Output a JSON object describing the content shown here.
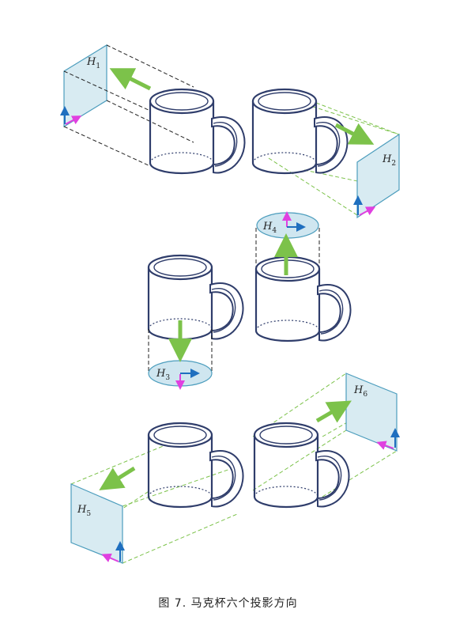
{
  "planes": [
    {
      "id": "H1",
      "letter": "H",
      "sub": "1"
    },
    {
      "id": "H2",
      "letter": "H",
      "sub": "2"
    },
    {
      "id": "H3",
      "letter": "H",
      "sub": "3"
    },
    {
      "id": "H4",
      "letter": "H",
      "sub": "4"
    },
    {
      "id": "H5",
      "letter": "H",
      "sub": "5"
    },
    {
      "id": "H6",
      "letter": "H",
      "sub": "6"
    }
  ],
  "caption": "图 7. 马克杯六个投影方向",
  "colors": {
    "arrow_green": "#7cc24a",
    "axis_blue": "#1f6fbf",
    "axis_magenta": "#e040e0",
    "plane_fill": "#d8ebf2",
    "mug_stroke": "#2f3d6b"
  }
}
